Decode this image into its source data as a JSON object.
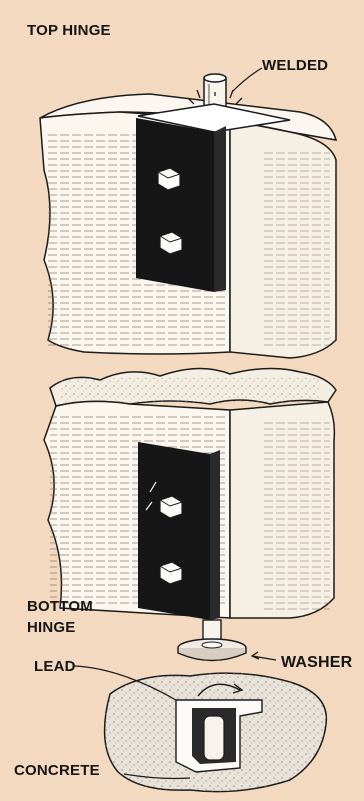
{
  "labels": {
    "top_hinge": "TOP HINGE",
    "welded": "WELDED",
    "bottom_hinge": "BOTTOM\nHINGE",
    "lead": "LEAD",
    "washer": "WASHER",
    "concrete": "CONCRETE"
  },
  "colors": {
    "paper": "#f2d9bf",
    "ink": "#151515",
    "wood": "#fbf6ee",
    "concrete": "#e8e1d7"
  }
}
